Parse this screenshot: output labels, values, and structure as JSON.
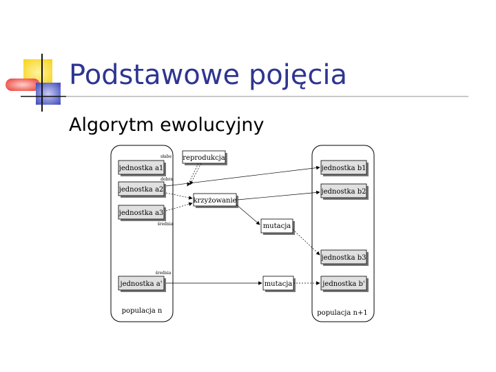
{
  "slide": {
    "title": "Podstawowe pojęcia",
    "subtitle": "Algorytm ewolucyjny"
  },
  "diagram": {
    "population_left": "populacja n",
    "population_right": "populacja n+1",
    "left_units": [
      "jednostka a1",
      "jednostka a2",
      "jednostka a3",
      "jednostka a'"
    ],
    "right_units": [
      "jednostka b1",
      "jednostka b2",
      "jednostka b3",
      "jednostka b'"
    ],
    "quality_labels": [
      "słabe",
      "dobra",
      "średnia",
      "średnia"
    ],
    "operations": {
      "reproduction": "reprodukcja",
      "crossover": "krzyżowanie",
      "mutation_1": "mutacja",
      "mutation_2": "mutacja"
    }
  },
  "colors": {
    "title": "#2e3591",
    "logo_yellow": "#f7d21a",
    "logo_red": "#e8342b",
    "logo_blue": "#3b47b8"
  }
}
